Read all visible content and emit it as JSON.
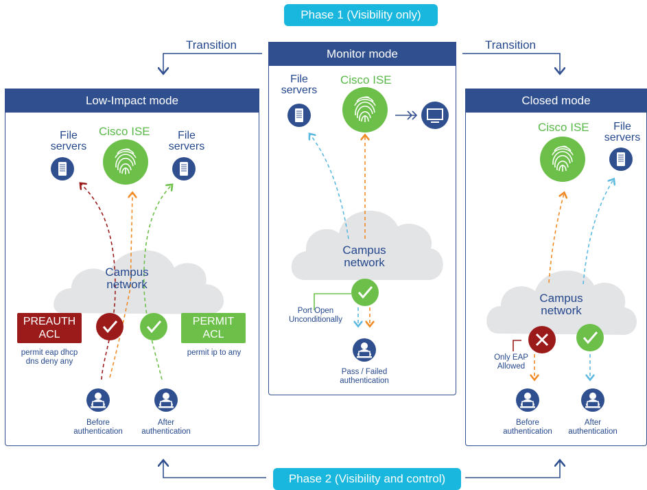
{
  "phase1": "Phase 1 (Visibility only)",
  "phase2": "Phase 2 (Visibility and control)",
  "transition_left": "Transition",
  "transition_right": "Transition",
  "monitor": {
    "title": "Monitor mode",
    "file_servers": "File\nservers",
    "ise": "Cisco ISE",
    "cloud": "Campus\nnetwork",
    "port_open": "Port Open\nUnconditionally",
    "user": "Pass / Failed\nauthentication"
  },
  "low": {
    "title": "Low-Impact mode",
    "file_servers_left": "File\nservers",
    "file_servers_right": "File\nservers",
    "ise": "Cisco ISE",
    "cloud": "Campus\nnetwork",
    "preauth_acl": "PREAUTH\nACL",
    "preauth_rule": "permit eap dhcp\ndns deny any",
    "permit_acl": "PERMIT\nACL",
    "permit_rule": "permit ip to any",
    "user_before": "Before\nauthentication",
    "user_after": "After\nauthentication"
  },
  "closed": {
    "title": "Closed mode",
    "ise": "Cisco ISE",
    "file_servers": "File\nservers",
    "cloud": "Campus\nnetwork",
    "only_eap": "Only EAP\nAllowed",
    "user_before": "Before\nauthentication",
    "user_after": "After\nauthentication"
  },
  "colors": {
    "navy": "#2f4f8f",
    "cyan": "#19b6de",
    "green": "#6cc04a",
    "dark_red": "#9b1b1b",
    "orange": "#f08a24",
    "light_blue": "#5bb8e0"
  },
  "icons": [
    "file-server-icon",
    "fingerprint-icon",
    "monitor-icon",
    "user-laptop-icon",
    "checkmark-icon",
    "x-icon",
    "cloud-icon",
    "arrow-icon"
  ]
}
